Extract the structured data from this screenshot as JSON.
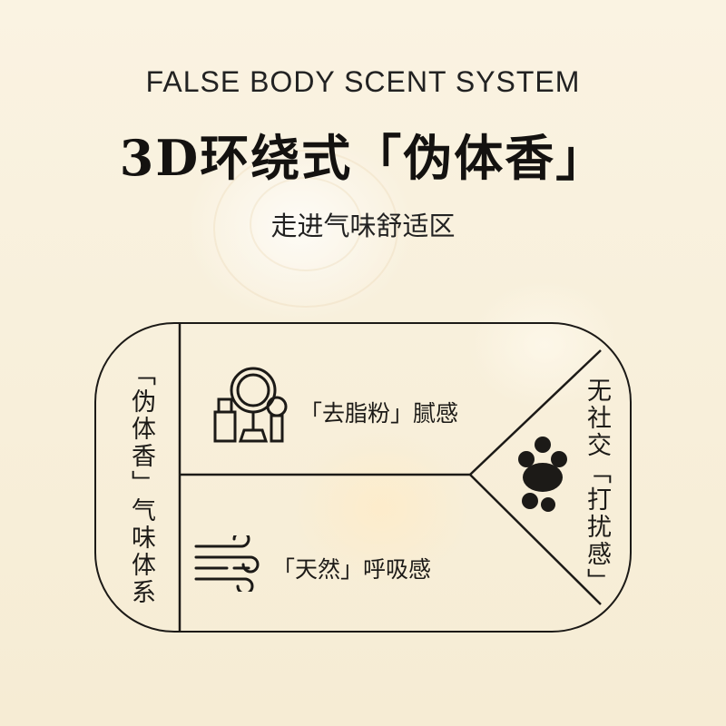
{
  "header": {
    "subtitle_en": "FALSE BODY SCENT SYSTEM",
    "headline": "3D环绕式「伪体香」",
    "tagline": "走进气味舒适区"
  },
  "panel": {
    "left_label": "「伪体香」气味体系",
    "items": [
      {
        "icon": "makeup-mirror-icon",
        "label": "「去脂粉」腻感"
      },
      {
        "icon": "wind-icon",
        "label": "「天然」呼吸感"
      },
      {
        "icon": "crowd-icon",
        "label": "无社交「打扰感」"
      }
    ]
  },
  "colors": {
    "background": "#f8f0dc",
    "ink": "#1c1a17"
  }
}
